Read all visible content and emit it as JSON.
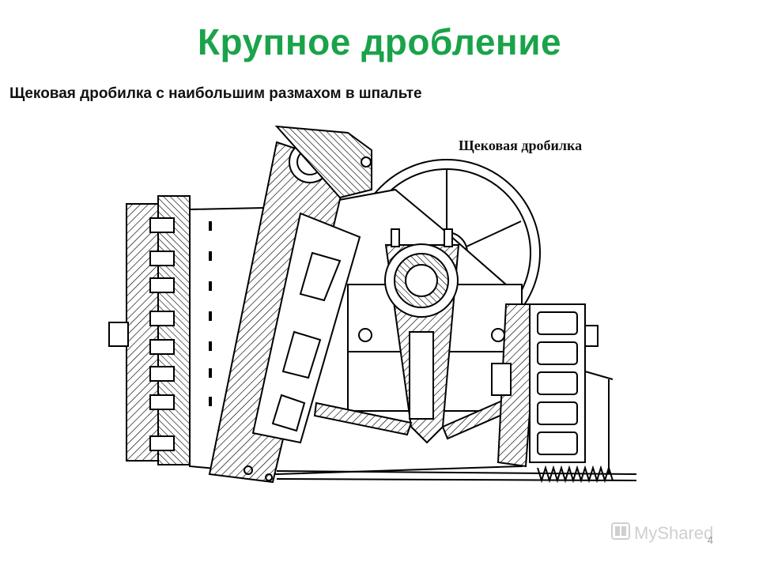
{
  "slide": {
    "title": "Крупное дробление",
    "subtitle": "Щековая дробилка с наибольшим размахом в шпальте",
    "figure_caption": "Щековая дробилка",
    "page_number": "4",
    "watermark_text": "MyShared",
    "title_color": "#1aa34a"
  },
  "icons": {
    "watermark": "myshared-logo-icon"
  }
}
